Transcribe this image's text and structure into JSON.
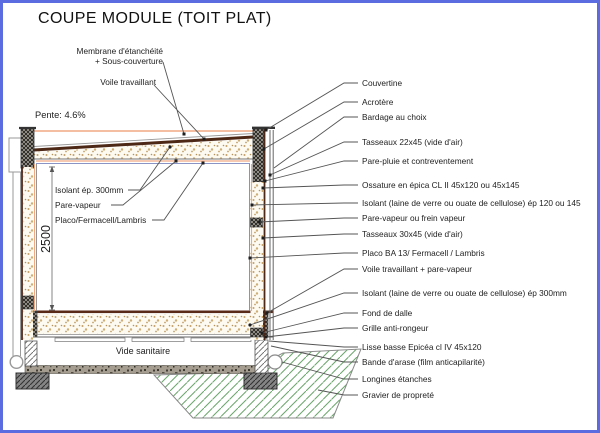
{
  "title": "COUPE MODULE (TOIT PLAT)",
  "annotations": {
    "slope": "Pente: 4.6%",
    "height_dimension": "2500",
    "crawl_space": "Vide sanitaire",
    "membrane": "Membrane d'étanchéité\n+ Sous-couverture",
    "voile": "Voile travaillant",
    "left_labels": [
      "Isolant ép. 300mm",
      "Pare-vapeur",
      "Placo/Fermacell/Lambris"
    ],
    "right_labels": [
      "Couvertine",
      "Acrotère",
      "Bardage au choix",
      "Tasseaux 22x45 (vide d'air)",
      "Pare-pluie et contreventement",
      "Ossature en épica CL II 45x120 ou 45x145",
      "Isolant (laine de verre ou ouate de cellulose) ép 120 ou 145",
      "Pare-vapeur ou frein vapeur",
      "Tasseaux 30x45 (vide d'air)",
      "Placo BA 13/ Fermacell / Lambris",
      "Voile travaillant + pare-vapeur",
      "Isolant (laine de verre ou ouate de cellulose) ép 300mm",
      "Fond de dalle",
      "Grille anti-rongeur",
      "Lisse basse Epicéa cl IV 45x120",
      "Bande d'arase (film anticapilarité)",
      "Longines étanches",
      "Gravier de propreté"
    ]
  },
  "colors": {
    "frame_border": "#5b6ce0",
    "membrane_dark": "#4d2817",
    "layer_salmon": "#efa984",
    "insulation_dot": "#c3a068",
    "gravel_green_hatch": "#6aa56a",
    "line_gray": "#555555"
  }
}
